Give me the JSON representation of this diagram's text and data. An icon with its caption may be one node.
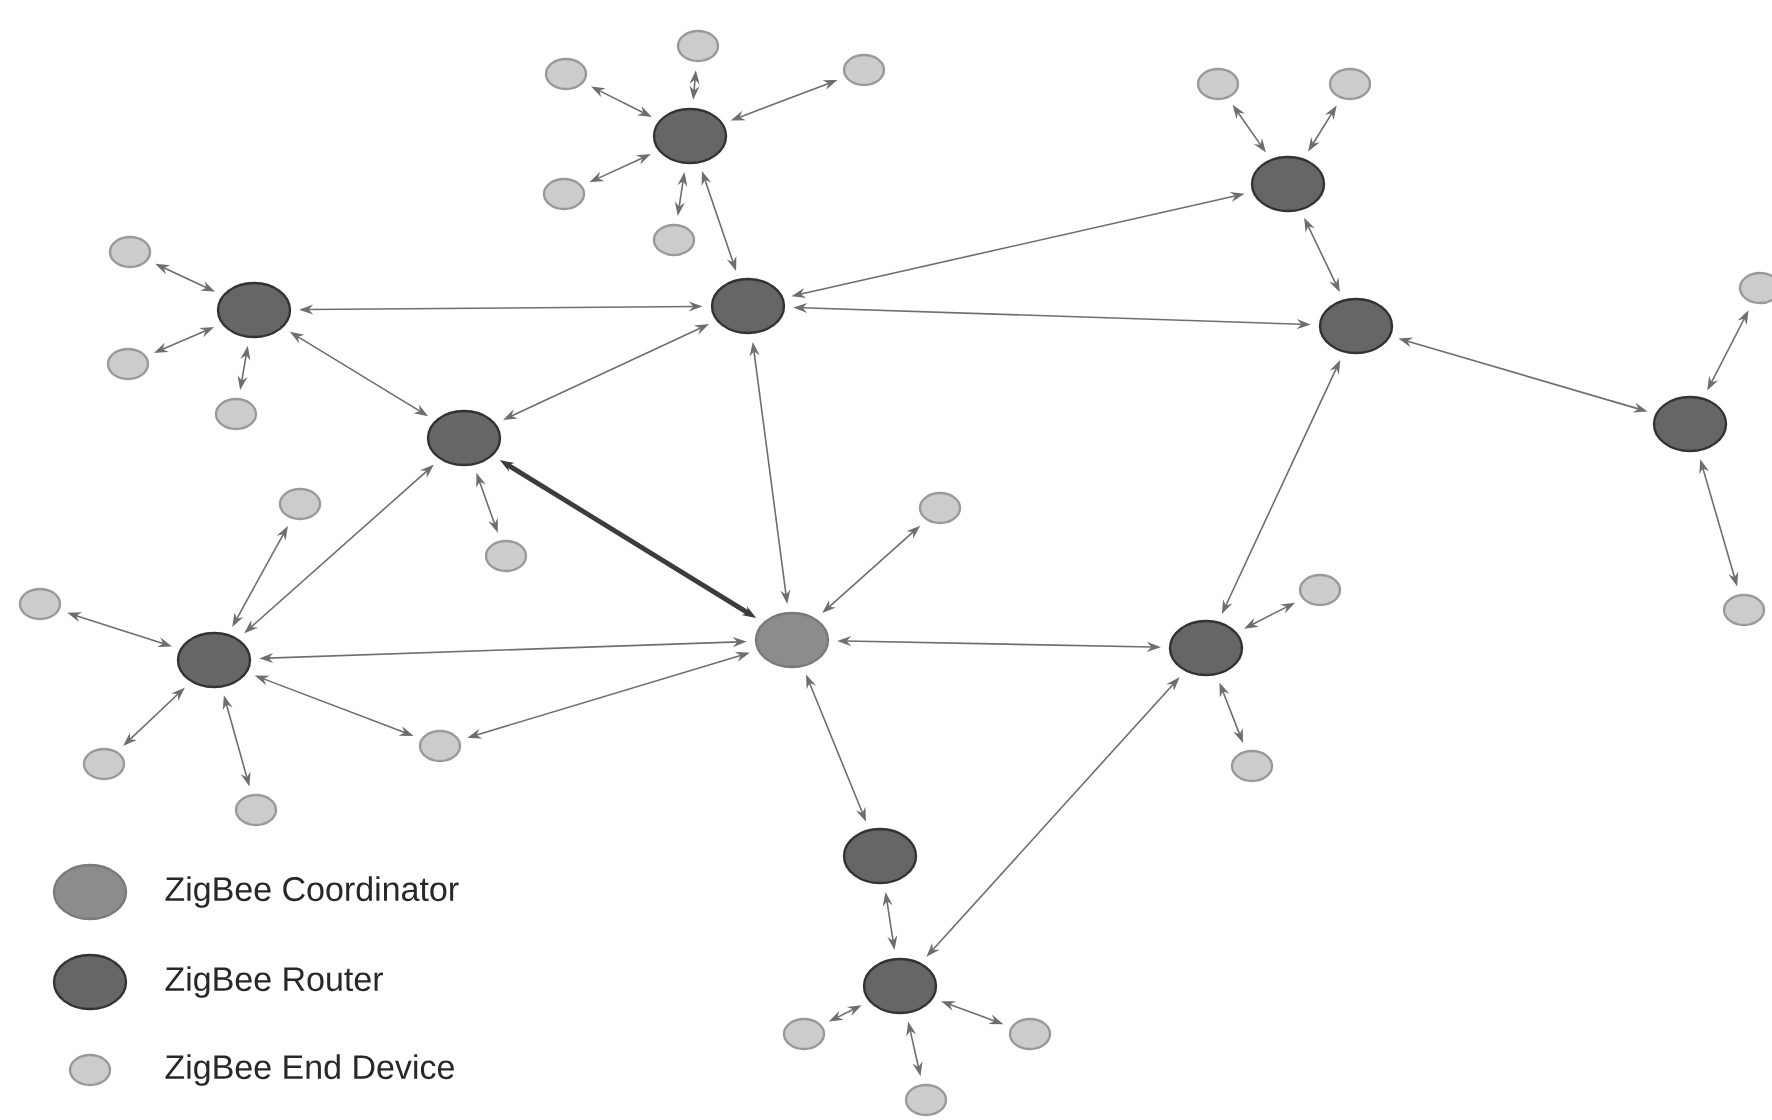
{
  "diagram": {
    "nodes": [
      {
        "text": [],
        "shape": "circle"
      },
      {
        "text": [],
        "shape": "circle"
      },
      {
        "text": [],
        "shape": "circle"
      },
      {
        "text": [],
        "shape": "circle"
      },
      {
        "text": [],
        "shape": "circle"
      },
      {
        "text": [],
        "shape": "circle"
      },
      {
        "text": [],
        "shape": "circle"
      },
      {
        "text": [],
        "shape": "circle"
      },
      {
        "text": [],
        "shape": "circle"
      },
      {
        "text": [],
        "shape": "circle"
      },
      {
        "text": [],
        "shape": "circle"
      },
      {
        "text": [],
        "shape": "circle"
      },
      {
        "text": [],
        "shape": "circle"
      },
      {
        "text": [],
        "shape": "circle"
      },
      {
        "text": [],
        "shape": "circle"
      },
      {
        "text": [],
        "shape": "circle"
      },
      {
        "text": [],
        "shape": "circle"
      },
      {
        "text": [],
        "shape": "circle"
      },
      {
        "text": [],
        "shape": "circle"
      },
      {
        "text": [],
        "shape": "circle"
      },
      {
        "text": [],
        "shape": "circle"
      },
      {
        "text": [],
        "shape": "circle"
      },
      {
        "text": [],
        "shape": "circle"
      },
      {
        "text": [],
        "shape": "circle"
      },
      {
        "text": [],
        "shape": "circle"
      },
      {
        "text": [],
        "shape": "circle"
      },
      {
        "text": [],
        "shape": "circle"
      },
      {
        "text": [],
        "shape": "circle"
      },
      {
        "text": [],
        "shape": "circle"
      },
      {
        "text": [],
        "shape": "circle"
      },
      {
        "text": [],
        "shape": "circle"
      },
      {
        "text": [],
        "shape": "circle"
      },
      {
        "text": [],
        "shape": "circle"
      },
      {
        "text": [],
        "shape": "circle"
      },
      {
        "text": [],
        "shape": "circle"
      },
      {
        "text": [],
        "shape": "circle"
      }
    ],
    "edges": [
      {
        "from": 5,
        "to": 0,
        "arrow": "both"
      },
      {
        "from": 5,
        "to": 1,
        "arrow": "both"
      },
      {
        "from": 5,
        "to": 2,
        "arrow": "both"
      },
      {
        "from": 5,
        "to": 7,
        "arrow": "both"
      },
      {
        "from": 5,
        "to": 8,
        "arrow": "both"
      },
      {
        "from": 5,
        "to": 11,
        "arrow": "both"
      },
      {
        "from": 6,
        "to": 3,
        "arrow": "both"
      },
      {
        "from": 6,
        "to": 4,
        "arrow": "both"
      },
      {
        "from": 6,
        "to": 13,
        "arrow": "both"
      },
      {
        "from": 12,
        "to": 9,
        "arrow": "both"
      },
      {
        "from": 12,
        "to": 14,
        "arrow": "both"
      },
      {
        "from": 12,
        "to": 15,
        "arrow": "both"
      },
      {
        "from": 12,
        "to": 11,
        "arrow": "both"
      },
      {
        "from": 12,
        "to": 17,
        "arrow": "both"
      },
      {
        "from": 11,
        "to": 6,
        "arrow": "both"
      },
      {
        "from": 11,
        "to": 13,
        "arrow": "both"
      },
      {
        "from": 11,
        "to": 17,
        "arrow": "both"
      },
      {
        "from": 11,
        "to": 24,
        "arrow": "both"
      },
      {
        "from": 13,
        "to": 16,
        "arrow": "both"
      },
      {
        "from": 13,
        "to": 25,
        "arrow": "both"
      },
      {
        "from": 16,
        "to": 10,
        "arrow": "both"
      },
      {
        "from": 16,
        "to": 23,
        "arrow": "both"
      },
      {
        "from": 17,
        "to": 20,
        "arrow": "both"
      },
      {
        "from": 17,
        "to": 24,
        "arrow": "both",
        "style": "thick"
      },
      {
        "from": 17,
        "to": 26,
        "arrow": "both"
      },
      {
        "from": 26,
        "to": 18,
        "arrow": "both"
      },
      {
        "from": 26,
        "to": 22,
        "arrow": "both"
      },
      {
        "from": 26,
        "to": 29,
        "arrow": "both"
      },
      {
        "from": 26,
        "to": 30,
        "arrow": "both"
      },
      {
        "from": 26,
        "to": 27,
        "arrow": "both"
      },
      {
        "from": 26,
        "to": 24,
        "arrow": "both"
      },
      {
        "from": 24,
        "to": 19,
        "arrow": "both"
      },
      {
        "from": 24,
        "to": 25,
        "arrow": "both"
      },
      {
        "from": 24,
        "to": 27,
        "arrow": "both"
      },
      {
        "from": 24,
        "to": 31,
        "arrow": "both"
      },
      {
        "from": 25,
        "to": 21,
        "arrow": "both"
      },
      {
        "from": 25,
        "to": 28,
        "arrow": "both"
      },
      {
        "from": 25,
        "to": 32,
        "arrow": "both"
      },
      {
        "from": 31,
        "to": 32,
        "arrow": "both"
      },
      {
        "from": 32,
        "to": 33,
        "arrow": "both"
      },
      {
        "from": 32,
        "to": 34,
        "arrow": "both"
      },
      {
        "from": 32,
        "to": 35,
        "arrow": "both"
      }
    ],
    "legend": [
      {
        "text": "ZigBee Coordinator",
        "color": "#8c8c8c"
      },
      {
        "text": "ZigBee Router",
        "color": "#666666"
      },
      {
        "text": "ZigBee End Device",
        "color": "#cccccc"
      }
    ]
  }
}
